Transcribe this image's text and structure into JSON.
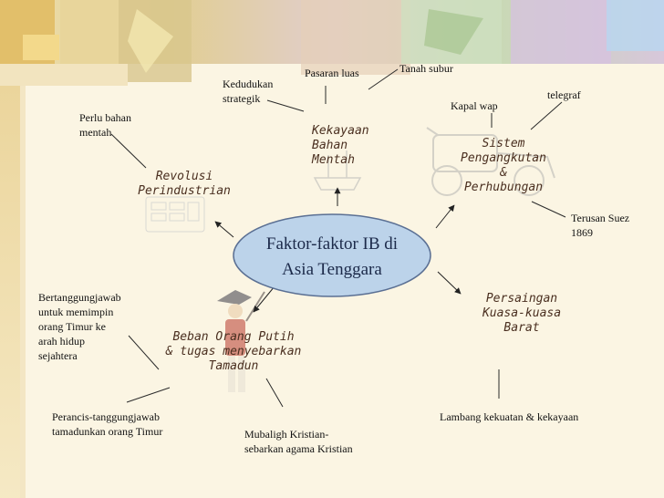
{
  "slide": {
    "center": {
      "line1": "Faktor-faktor IB di",
      "line2": "Asia Tenggara"
    },
    "nodes": {
      "kekayaan": [
        "Kekayaan",
        "Bahan",
        "Mentah"
      ],
      "sistem": [
        "Sistem",
        "Pengangkutan",
        "&",
        "Perhubungan"
      ],
      "revolusi": [
        "Revolusi",
        "Perindustrian"
      ],
      "persaingan": [
        "Persaingan",
        "Kuasa-kuasa",
        "Barat"
      ],
      "beban": [
        "Beban Orang Putih",
        "& tugas menyebarkan",
        "Tamadun"
      ]
    },
    "notes": {
      "pasaran": "Pasaran luas",
      "tanah": "Tanah subur",
      "kedudukan": [
        "Kedudukan",
        "strategik"
      ],
      "kapal": "Kapal wap",
      "telegraf": "telegraf",
      "perlu": [
        "Perlu bahan",
        "mentah"
      ],
      "terusan": [
        "Terusan Suez",
        "1869"
      ],
      "bertanggung": [
        "Bertanggungjawab",
        "untuk memimpin",
        "orang Timur ke",
        "arah hidup",
        "sejahtera"
      ],
      "perancis": [
        "Perancis-tanggungjawab",
        "tamadunkan orang Timur"
      ],
      "mubaligh": [
        "Mubaligh Kristian-",
        "sebarkan agama Kristian"
      ],
      "lambang": "Lambang kekuatan & kekayaan"
    },
    "colors": {
      "ellipse_fill": "#bcd3ea",
      "ellipse_stroke": "#5a6f93",
      "node_text": "#4a2f20",
      "background": "#fbf5e3"
    }
  }
}
